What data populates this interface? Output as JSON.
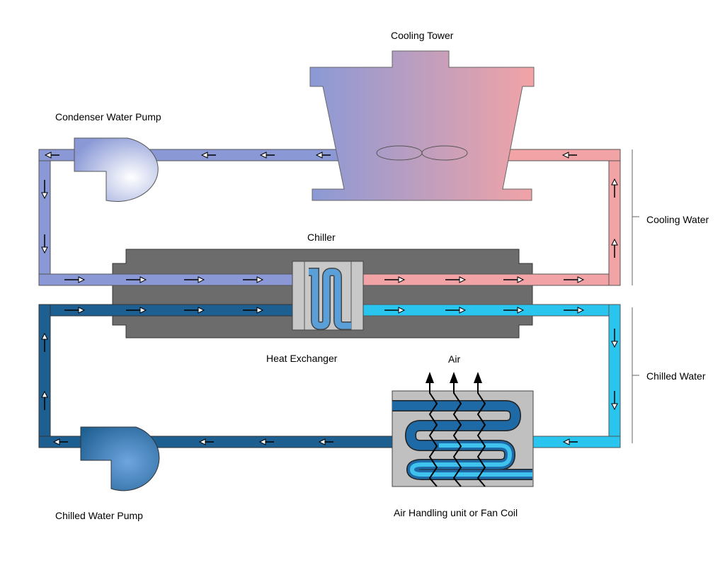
{
  "labels": {
    "cooling_tower": "Cooling Tower",
    "condenser_water_pump": "Condenser Water Pump",
    "chiller": "Chiller",
    "heat_exchanger": "Heat Exchanger",
    "cooling_water": "Cooling Water",
    "chilled_water": "Chilled Water",
    "air": "Air",
    "air_handling_unit": "Air Handling unit or Fan Coil",
    "chilled_water_pump": "Chilled Water Pump"
  },
  "colors": {
    "condenser_supply": "#8a99d6",
    "condenser_return": "#f2a3a6",
    "chilled_return": "#1e5f91",
    "chilled_supply": "#29c5ee",
    "chiller_body": "#6c6c6c",
    "hx_body": "#c8c8c8",
    "ahu_body": "#c0c0c0"
  },
  "icons": {
    "flow_arrow": "flow-arrow-icon",
    "air_arrow": "air-arrow-icon"
  }
}
